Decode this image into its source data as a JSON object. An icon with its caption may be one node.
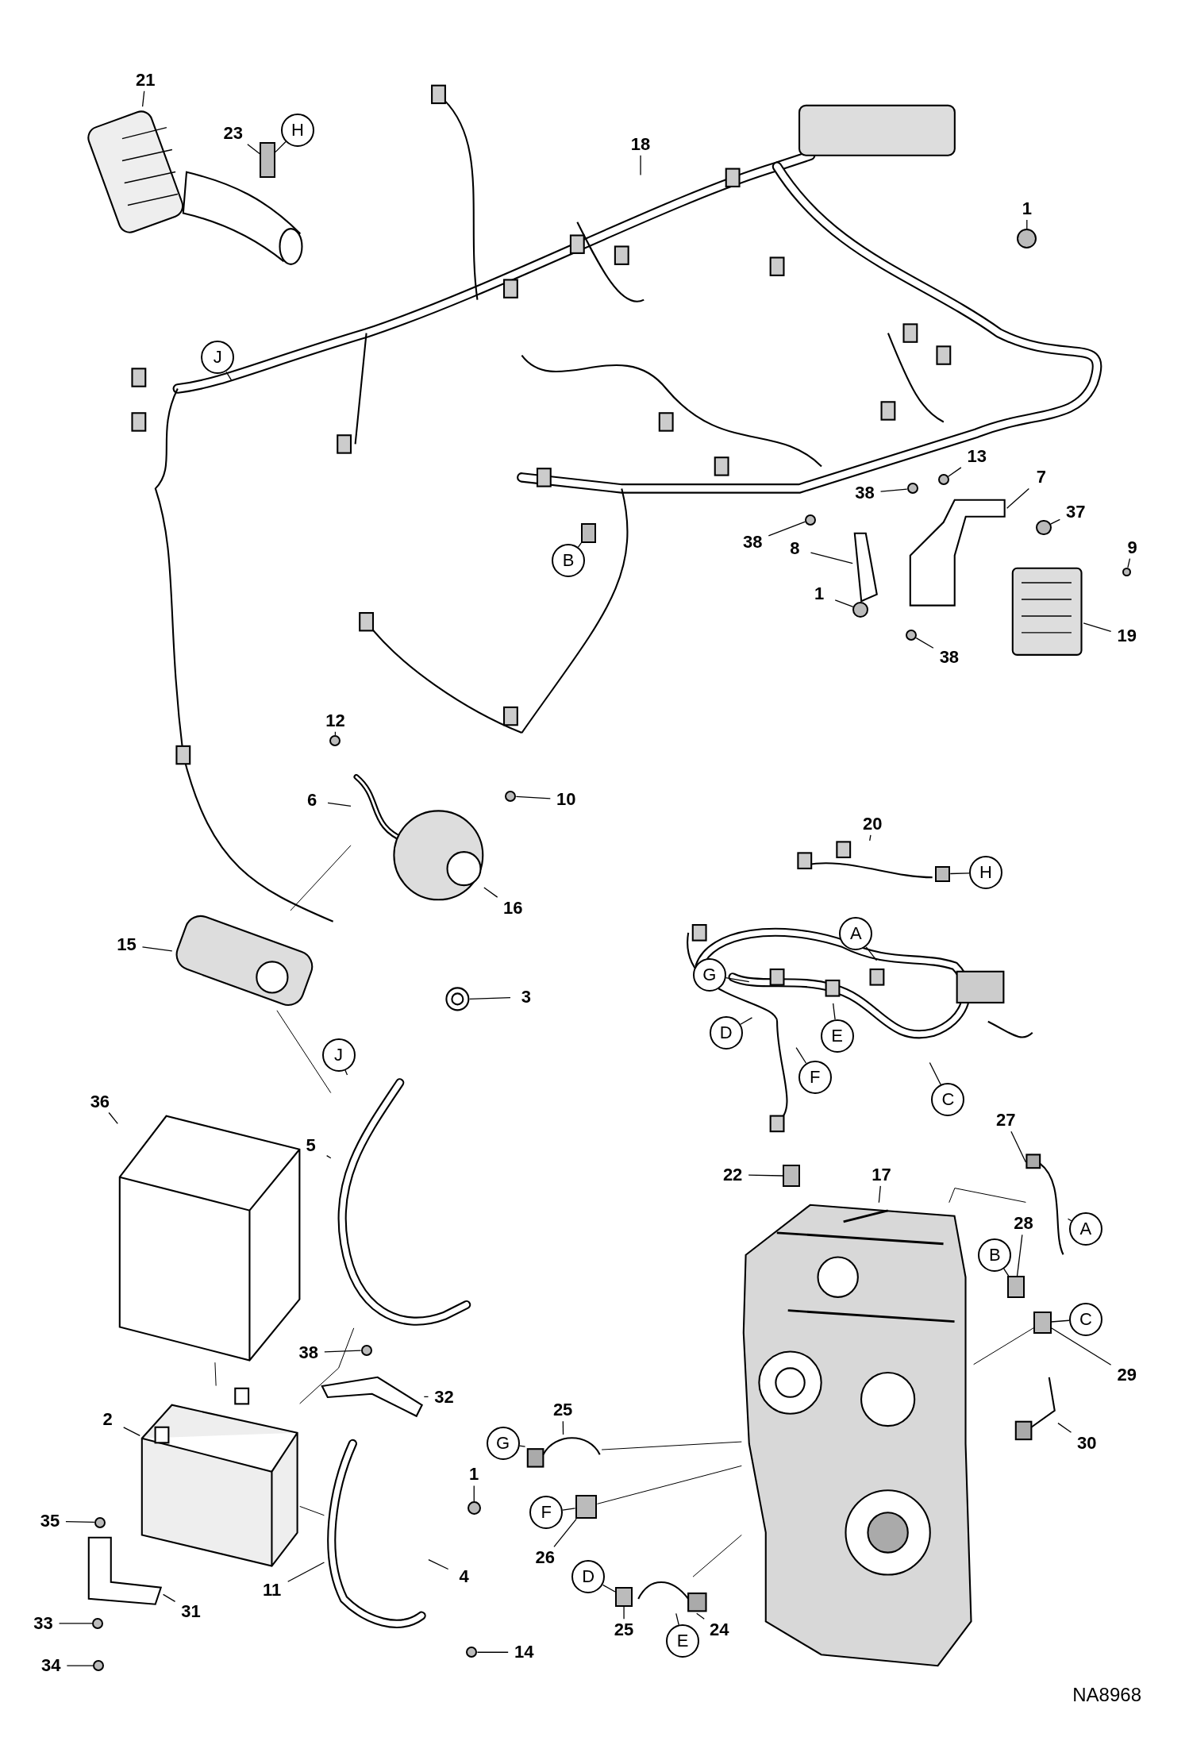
{
  "diagram": {
    "nodes": [
      {
        "text": [
          "21"
        ]
      },
      {
        "text": [
          "23"
        ]
      },
      {
        "text": [
          "H"
        ]
      },
      {
        "text": [
          "18"
        ]
      },
      {
        "text": [
          "1"
        ]
      },
      {
        "text": [
          "J"
        ]
      },
      {
        "text": [
          "13"
        ]
      },
      {
        "text": [
          "7"
        ]
      },
      {
        "text": [
          "38"
        ]
      },
      {
        "text": [
          "37"
        ]
      },
      {
        "text": [
          "38"
        ]
      },
      {
        "text": [
          "8"
        ]
      },
      {
        "text": [
          "9"
        ]
      },
      {
        "text": [
          "B"
        ]
      },
      {
        "text": [
          "1"
        ]
      },
      {
        "text": [
          "38"
        ]
      },
      {
        "text": [
          "19"
        ]
      },
      {
        "text": [
          "12"
        ]
      },
      {
        "text": [
          "6"
        ]
      },
      {
        "text": [
          "10"
        ]
      },
      {
        "text": [
          "20"
        ]
      },
      {
        "text": [
          "H"
        ]
      },
      {
        "text": [
          "16"
        ]
      },
      {
        "text": [
          "15"
        ]
      },
      {
        "text": [
          "A"
        ]
      },
      {
        "text": [
          "G"
        ]
      },
      {
        "text": [
          "3"
        ]
      },
      {
        "text": [
          "D"
        ]
      },
      {
        "text": [
          "E"
        ]
      },
      {
        "text": [
          "F"
        ]
      },
      {
        "text": [
          "C"
        ]
      },
      {
        "text": [
          "27"
        ]
      },
      {
        "text": [
          "36"
        ]
      },
      {
        "text": [
          "5"
        ]
      },
      {
        "text": [
          "J"
        ]
      },
      {
        "text": [
          "22"
        ]
      },
      {
        "text": [
          "17"
        ]
      },
      {
        "text": [
          "A"
        ]
      },
      {
        "text": [
          "28"
        ]
      },
      {
        "text": [
          "B"
        ]
      },
      {
        "text": [
          "C"
        ]
      },
      {
        "text": [
          "29"
        ]
      },
      {
        "text": [
          "25"
        ]
      },
      {
        "text": [
          "2"
        ]
      },
      {
        "text": [
          "38"
        ]
      },
      {
        "text": [
          "32"
        ]
      },
      {
        "text": [
          "G"
        ]
      },
      {
        "text": [
          "30"
        ]
      },
      {
        "text": [
          "1"
        ]
      },
      {
        "text": [
          "F"
        ]
      },
      {
        "text": [
          "35"
        ]
      },
      {
        "text": [
          "26"
        ]
      },
      {
        "text": [
          "11"
        ]
      },
      {
        "text": [
          "4"
        ]
      },
      {
        "text": [
          "D"
        ]
      },
      {
        "text": [
          "31"
        ]
      },
      {
        "text": [
          "25"
        ]
      },
      {
        "text": [
          "E"
        ]
      },
      {
        "text": [
          "24"
        ]
      },
      {
        "text": [
          "33"
        ]
      },
      {
        "text": [
          "14"
        ]
      },
      {
        "text": [
          "34"
        ]
      },
      {
        "text": [],
        "shape": "picture"
      },
      {
        "text": [],
        "shape": "box"
      },
      {
        "text": [],
        "shape": "box"
      },
      {
        "text": [],
        "shape": "circle"
      },
      {
        "text": [],
        "shape": "circle"
      },
      {
        "text": [],
        "shape": "picture"
      },
      {
        "text": [],
        "shape": "picture"
      },
      {
        "text": [],
        "shape": "circle"
      },
      {
        "text": [],
        "shape": "circle"
      },
      {
        "text": [],
        "shape": "circle"
      },
      {
        "text": [],
        "shape": "circle"
      },
      {
        "text": [],
        "shape": "circle"
      },
      {
        "text": [],
        "shape": "circle"
      },
      {
        "text": [],
        "shape": "picture"
      },
      {
        "text": [],
        "shape": "circle"
      },
      {
        "text": [],
        "shape": "picture"
      },
      {
        "text": [],
        "shape": "circle"
      },
      {
        "text": [],
        "shape": "picture"
      },
      {
        "text": [],
        "shape": "box"
      },
      {
        "text": [],
        "shape": "picture"
      },
      {
        "text": [],
        "shape": "picture"
      },
      {
        "text": [],
        "shape": "picture"
      },
      {
        "text": [],
        "shape": "picture"
      },
      {
        "text": [],
        "shape": "picture"
      },
      {
        "text": [],
        "shape": "picture"
      },
      {
        "text": [],
        "shape": "box"
      },
      {
        "text": [],
        "shape": "picture"
      },
      {
        "text": [],
        "shape": "box"
      },
      {
        "text": [],
        "shape": "box"
      },
      {
        "text": [],
        "shape": "picture"
      },
      {
        "text": [],
        "shape": "picture"
      },
      {
        "text": [],
        "shape": "circle"
      },
      {
        "text": [],
        "shape": "picture"
      },
      {
        "text": [],
        "shape": "picture"
      },
      {
        "text": [],
        "shape": "circle"
      },
      {
        "text": [],
        "shape": "box"
      },
      {
        "text": [],
        "shape": "circle"
      },
      {
        "text": [],
        "shape": "picture"
      },
      {
        "text": [],
        "shape": "box"
      },
      {
        "text": [],
        "shape": "picture"
      },
      {
        "text": [],
        "shape": "picture"
      },
      {
        "text": [],
        "shape": "circle"
      },
      {
        "text": [],
        "shape": "circle"
      },
      {
        "text": [],
        "shape": "circle"
      }
    ],
    "edges": [
      {
        "from": 0,
        "to": 62,
        "arrow": "none"
      },
      {
        "from": 1,
        "to": 63,
        "arrow": "none"
      },
      {
        "from": 2,
        "to": 63,
        "arrow": "none"
      },
      {
        "from": 3,
        "to": null,
        "arrow": "none"
      },
      {
        "from": 4,
        "to": 65,
        "arrow": "none"
      },
      {
        "from": 5,
        "to": null,
        "arrow": "none"
      },
      {
        "from": 6,
        "to": 66,
        "arrow": "none"
      },
      {
        "from": 7,
        "to": 67,
        "arrow": "none"
      },
      {
        "from": 8,
        "to": 69,
        "arrow": "none"
      },
      {
        "from": 9,
        "to": 70,
        "arrow": "none"
      },
      {
        "from": 10,
        "to": 71,
        "arrow": "none"
      },
      {
        "from": 11,
        "to": 68,
        "arrow": "none"
      },
      {
        "from": 12,
        "to": 72,
        "arrow": "none"
      },
      {
        "from": 13,
        "to": 64,
        "arrow": "none"
      },
      {
        "from": 14,
        "to": 73,
        "arrow": "none"
      },
      {
        "from": 15,
        "to": 74,
        "arrow": "none"
      },
      {
        "from": 16,
        "to": 75,
        "arrow": "none"
      },
      {
        "from": 17,
        "to": 76,
        "arrow": "none"
      },
      {
        "from": 18,
        "to": 77,
        "arrow": "none"
      },
      {
        "from": 19,
        "to": 78,
        "arrow": "none"
      },
      {
        "from": 20,
        "to": 79,
        "arrow": "none"
      },
      {
        "from": 21,
        "to": 80,
        "arrow": "none"
      },
      {
        "from": 22,
        "to": 81,
        "arrow": "none"
      },
      {
        "from": 23,
        "to": 82,
        "arrow": "none"
      },
      {
        "from": 24,
        "to": null,
        "arrow": "none"
      },
      {
        "from": 25,
        "to": null,
        "arrow": "none"
      },
      {
        "from": 26,
        "to": 83,
        "arrow": "none"
      },
      {
        "from": 27,
        "to": null,
        "arrow": "none"
      },
      {
        "from": 28,
        "to": null,
        "arrow": "none"
      },
      {
        "from": 29,
        "to": null,
        "arrow": "none"
      },
      {
        "from": 30,
        "to": null,
        "arrow": "none"
      },
      {
        "from": 31,
        "to": 84,
        "arrow": "none"
      },
      {
        "from": 32,
        "to": 85,
        "arrow": "none"
      },
      {
        "from": 33,
        "to": 86,
        "arrow": "none"
      },
      {
        "from": 34,
        "to": 86,
        "arrow": "none"
      },
      {
        "from": 35,
        "to": 87,
        "arrow": "none"
      },
      {
        "from": 36,
        "to": 88,
        "arrow": "none"
      },
      {
        "from": 37,
        "to": 84,
        "arrow": "none"
      },
      {
        "from": 38,
        "to": 89,
        "arrow": "none"
      },
      {
        "from": 39,
        "to": 89,
        "arrow": "none"
      },
      {
        "from": 40,
        "to": 90,
        "arrow": "none"
      },
      {
        "from": 41,
        "to": 90,
        "arrow": "none"
      },
      {
        "from": 42,
        "to": 91,
        "arrow": "none"
      },
      {
        "from": 43,
        "to": 92,
        "arrow": "none"
      },
      {
        "from": 44,
        "to": 93,
        "arrow": "none"
      },
      {
        "from": 45,
        "to": 94,
        "arrow": "none"
      },
      {
        "from": 46,
        "to": 91,
        "arrow": "none"
      },
      {
        "from": 47,
        "to": 95,
        "arrow": "none"
      },
      {
        "from": 48,
        "to": 96,
        "arrow": "none"
      },
      {
        "from": 49,
        "to": 97,
        "arrow": "none"
      },
      {
        "from": 50,
        "to": 98,
        "arrow": "none"
      },
      {
        "from": 51,
        "to": 97,
        "arrow": "none"
      },
      {
        "from": 52,
        "to": 99,
        "arrow": "none"
      },
      {
        "from": 53,
        "to": 99,
        "arrow": "none"
      },
      {
        "from": 54,
        "to": 100,
        "arrow": "none"
      },
      {
        "from": 55,
        "to": 102,
        "arrow": "none"
      },
      {
        "from": 56,
        "to": 100,
        "arrow": "none"
      },
      {
        "from": 57,
        "to": 101,
        "arrow": "none"
      },
      {
        "from": 58,
        "to": 101,
        "arrow": "none"
      },
      {
        "from": 59,
        "to": 103,
        "arrow": "none"
      },
      {
        "from": 60,
        "to": 105,
        "arrow": "none"
      },
      {
        "from": 61,
        "to": 104,
        "arrow": "none"
      },
      {
        "from": 82,
        "to": 86,
        "arrow": "none"
      },
      {
        "from": 85,
        "to": 92,
        "arrow": "none"
      },
      {
        "from": 86,
        "to": 92,
        "arrow": "none"
      },
      {
        "from": 92,
        "to": 99,
        "arrow": "none"
      },
      {
        "from": 91,
        "to": 88,
        "arrow": "none"
      },
      {
        "from": 97,
        "to": 88,
        "arrow": "none"
      },
      {
        "from": 101,
        "to": 88,
        "arrow": "none"
      },
      {
        "from": 90,
        "to": 88,
        "arrow": "none"
      },
      {
        "from": 84,
        "to": 88,
        "arrow": "none"
      },
      {
        "from": 77,
        "to": 82,
        "arrow": "none"
      }
    ],
    "labels": [
      "NA8968"
    ]
  }
}
